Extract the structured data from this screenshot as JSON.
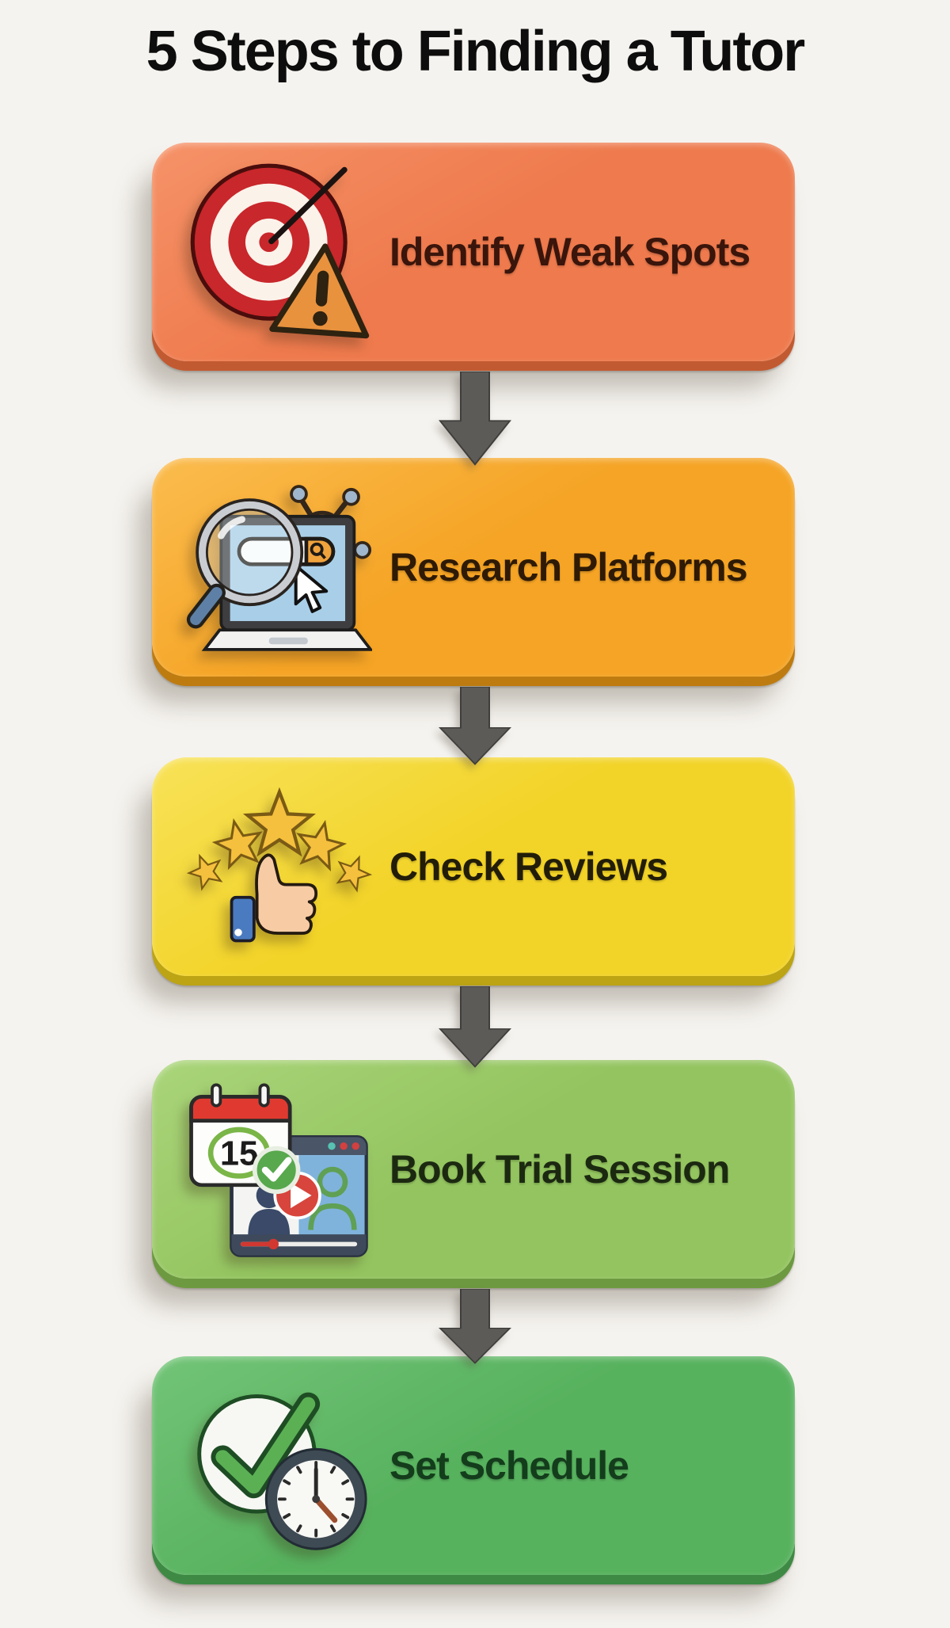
{
  "title": "5 Steps to Finding a Tutor",
  "colors": {
    "background": "#F5F3EF",
    "title_text": "#0D0D0D",
    "arrow": "#5D5B58",
    "arrow_edge": "#3F3E3C"
  },
  "steps": [
    {
      "label": "Identify Weak Spots",
      "icon": "target-warning-icon",
      "card_color": "#EE7A4D",
      "card_highlight": "#F69268",
      "card_edge": "#C25A31",
      "label_color": "#3A150B"
    },
    {
      "label": "Research Platforms",
      "icon": "laptop-search-icon",
      "card_color": "#F5A425",
      "card_highlight": "#FBBC4E",
      "card_edge": "#BE7C10",
      "label_color": "#2E1A05"
    },
    {
      "label": "Check Reviews",
      "icon": "five-stars-thumbs-up-icon",
      "card_color": "#F2D327",
      "card_highlight": "#F8E258",
      "card_edge": "#BCA414",
      "label_color": "#221D08"
    },
    {
      "label": "Book Trial Session",
      "icon": "calendar-video-call-icon",
      "calendar_day": "15",
      "card_color": "#93C45F",
      "card_highlight": "#AAD57A",
      "card_edge": "#6D9A40",
      "label_color": "#1C2911"
    },
    {
      "label": "Set Schedule",
      "icon": "check-clock-icon",
      "card_color": "#57B25E",
      "card_highlight": "#72C477",
      "card_edge": "#3E8A45",
      "label_color": "#143D1C"
    }
  ]
}
